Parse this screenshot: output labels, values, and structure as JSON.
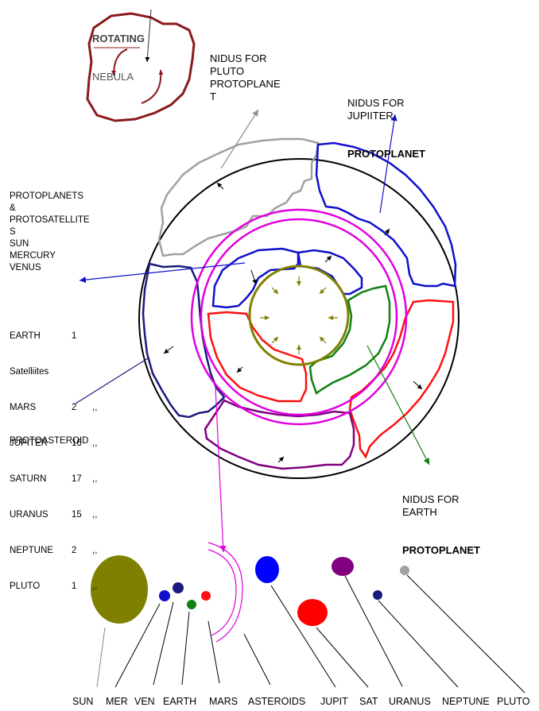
{
  "labels": {
    "rotating_line1": "ROTATING",
    "rotating_line2": "NEBULA",
    "pluto_nidus": "NIDUS FOR\nPLUTO\nPROTOPLANE\nT",
    "jupiter_nidus_1": "NIDUS FOR\nJUPIITER",
    "jupiter_nidus_2": "PROTOPLANET",
    "earth_nidus_1": "NIDUS FOR\nEARTH",
    "earth_nidus_2": "PROTOPLANET",
    "protoplanets_header": "PROTOPLANETS\n&\nPROTOSATELLITE\nS\nSUN\nMERCURY\nVENUS",
    "protoasteroid": "PROTOASTEROID"
  },
  "legend_rows": [
    {
      "name": "EARTH",
      "num": "1",
      "mark": ""
    },
    {
      "name": "Satelliites",
      "num": "",
      "mark": ""
    },
    {
      "name": "MARS",
      "num": "2",
      "mark": ",,"
    },
    {
      "name": "JUPITER",
      "num": "16",
      "mark": ",,"
    },
    {
      "name": "SATURN",
      "num": "17",
      "mark": ",,"
    },
    {
      "name": "URANUS",
      "num": "15",
      "mark": ",,"
    },
    {
      "name": "NEPTUNE",
      "num": "2",
      "mark": ",,"
    },
    {
      "name": "PLUTO",
      "num": "1",
      "mark": ",,"
    }
  ],
  "bottom_labels": [
    "SUN",
    "MER",
    "VEN",
    "EARTH",
    "MARS",
    "ASTEROIDS",
    "JUPIT",
    "SAT",
    "URANUS",
    "NEPTUNE",
    "PLUTO"
  ],
  "colors": {
    "nebula": "#8b1a1a",
    "sun": "#808000",
    "jupiter_zone": "#1010cc",
    "mars_zone": "#ff1010",
    "earth_zone": "#108010",
    "pluto_zone": "#a0a0a0",
    "asteroid_ring": "#e000e0",
    "saturn_zone": "#800080",
    "outer_circle": "#000000"
  }
}
